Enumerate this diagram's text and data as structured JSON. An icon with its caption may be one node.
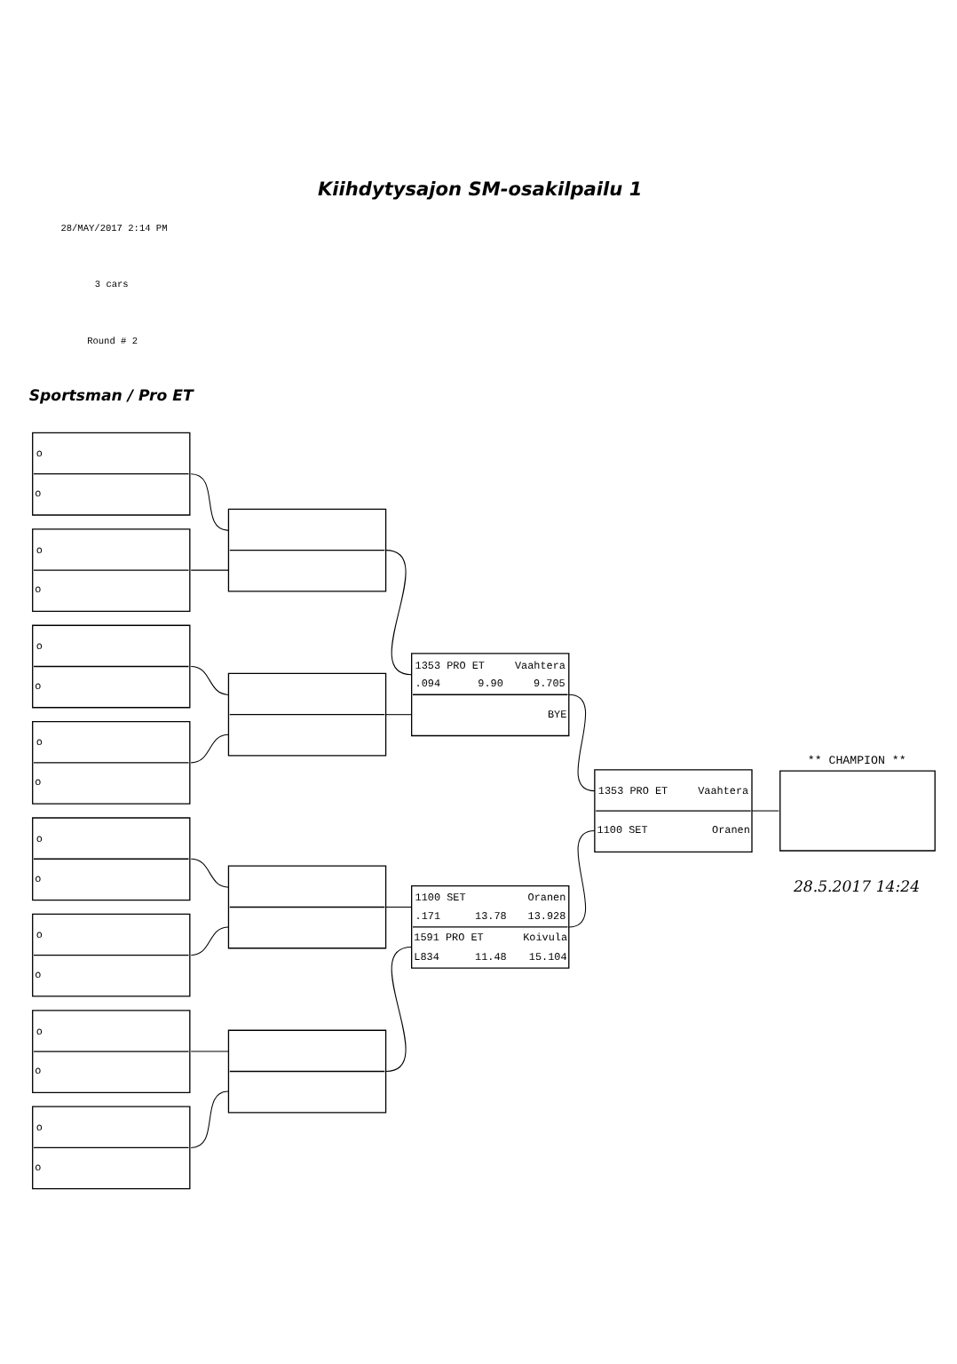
{
  "diagram": {
    "title": "Kiihdytysajon SM-osakilpailu 1",
    "nodes": [
      {
        "text": [
          "o",
          "o"
        ]
      },
      {
        "text": [
          "o",
          "o"
        ]
      },
      {
        "text": [
          "o",
          "o"
        ]
      },
      {
        "text": [
          "o",
          "o"
        ]
      },
      {
        "text": [
          "o",
          "o"
        ]
      },
      {
        "text": [
          "o",
          "o"
        ]
      },
      {
        "text": [
          "o",
          "o"
        ]
      },
      {
        "text": [
          "o",
          "o"
        ]
      },
      {
        "text": [],
        "shape": "box"
      },
      {
        "text": [],
        "shape": "box"
      },
      {
        "text": [],
        "shape": "box"
      },
      {
        "text": [],
        "shape": "box"
      },
      {
        "text": [
          "1353 PRO ET",
          "Vaahtera",
          ".094",
          "9.90",
          "9.705",
          "BYE"
        ]
      },
      {
        "text": [
          "1100 SET",
          "Oranen",
          ".171",
          "13.78",
          "13.928",
          "1591 PRO ET",
          "Koivula",
          "L834",
          "11.48",
          "15.104"
        ]
      },
      {
        "text": [
          "1353 PRO ET",
          "Vaahtera",
          "1100 SET",
          "Oranen"
        ]
      },
      {
        "text": [
          "** CHAMPION **"
        ]
      }
    ],
    "edges": [
      {
        "from": 0,
        "to": 8,
        "arrow": "none"
      },
      {
        "from": 1,
        "to": 8,
        "arrow": "none"
      },
      {
        "from": 2,
        "to": 9,
        "arrow": "none"
      },
      {
        "from": 3,
        "to": 9,
        "arrow": "none"
      },
      {
        "from": 4,
        "to": 10,
        "arrow": "none"
      },
      {
        "from": 5,
        "to": 10,
        "arrow": "none"
      },
      {
        "from": 6,
        "to": 11,
        "arrow": "none"
      },
      {
        "from": 7,
        "to": 11,
        "arrow": "none"
      },
      {
        "from": 8,
        "to": 12,
        "arrow": "none"
      },
      {
        "from": 9,
        "to": 12,
        "arrow": "none"
      },
      {
        "from": 10,
        "to": 13,
        "arrow": "none"
      },
      {
        "from": 11,
        "to": 13,
        "arrow": "none"
      },
      {
        "from": 12,
        "to": 14,
        "arrow": "none"
      },
      {
        "from": 13,
        "to": 14,
        "arrow": "none"
      },
      {
        "from": 14,
        "to": 15,
        "arrow": "none"
      }
    ],
    "labels": [
      "28/MAY/2017 2:14 PM",
      "3 cars",
      "Round # 2",
      "Sportsman / Pro ET",
      "28.5.2017 14:24"
    ]
  }
}
